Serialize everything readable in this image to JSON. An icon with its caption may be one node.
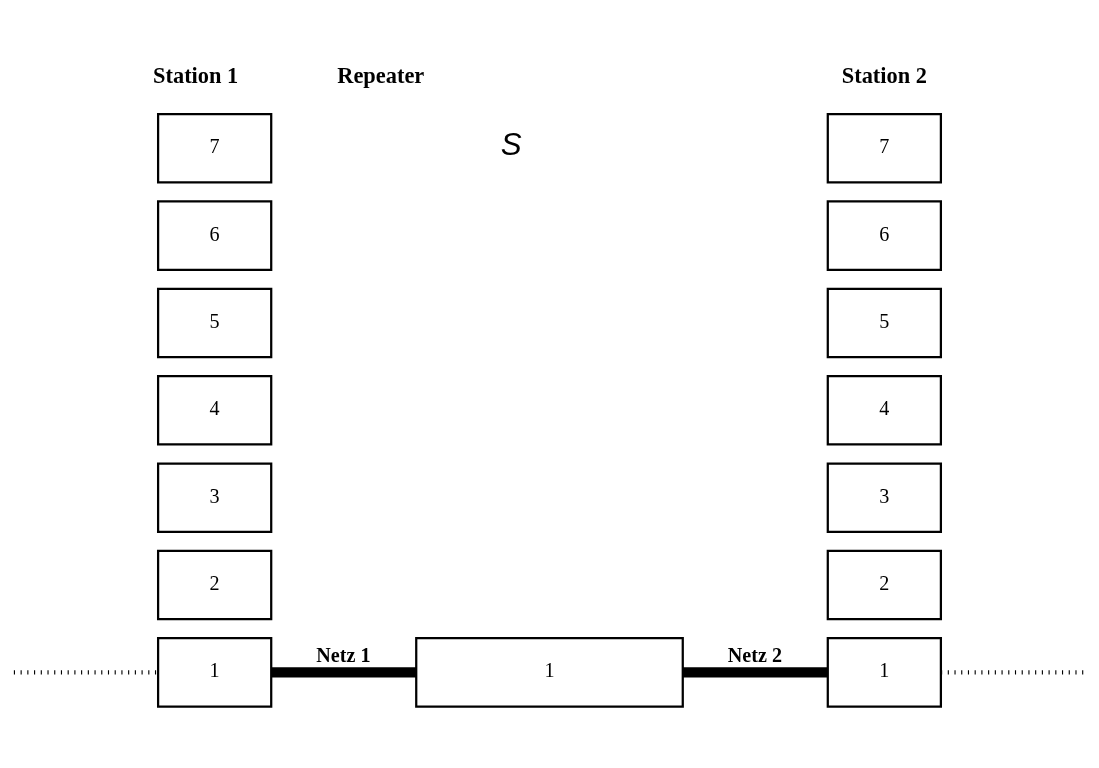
{
  "diagram": {
    "nodes": [
      {
        "text": [
          "7"
        ]
      },
      {
        "text": [
          "6"
        ]
      },
      {
        "text": [
          "5"
        ]
      },
      {
        "text": [
          "4"
        ]
      },
      {
        "text": [
          "3"
        ]
      },
      {
        "text": [
          "2"
        ]
      },
      {
        "text": [
          "1"
        ]
      },
      {
        "text": [
          "1"
        ]
      },
      {
        "text": [
          "7"
        ]
      },
      {
        "text": [
          "6"
        ]
      },
      {
        "text": [
          "5"
        ]
      },
      {
        "text": [
          "4"
        ]
      },
      {
        "text": [
          "3"
        ]
      },
      {
        "text": [
          "2"
        ]
      },
      {
        "text": [
          "1"
        ]
      }
    ],
    "edges": [
      {
        "from": null,
        "to": 6,
        "arrow": "none",
        "style": "dashed"
      },
      {
        "from": 6,
        "to": 7,
        "arrow": "none",
        "label": "Netz 1",
        "style": "thick"
      },
      {
        "from": 7,
        "to": 14,
        "arrow": "none",
        "label": "Netz 2",
        "style": "thick"
      },
      {
        "from": 14,
        "to": null,
        "arrow": "none",
        "style": "dashed"
      }
    ],
    "labels": [
      "Station 1",
      "Repeater",
      "Station 2",
      "S"
    ]
  }
}
